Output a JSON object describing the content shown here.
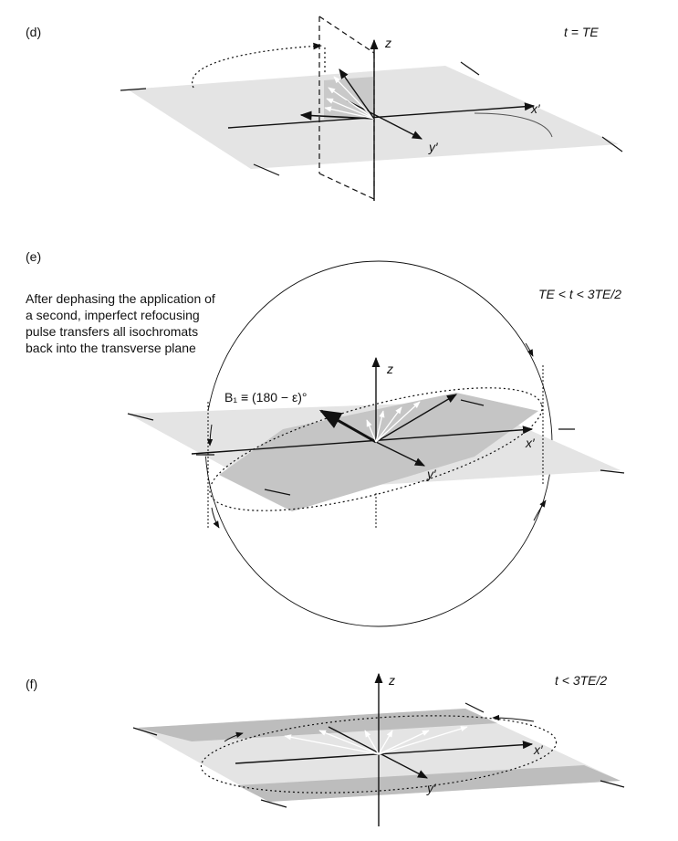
{
  "panels": {
    "d": {
      "label": "(d)",
      "time": "t = TE",
      "axis_z": "z",
      "axis_x": "x′",
      "axis_y": "y′"
    },
    "e": {
      "label": "(e)",
      "time": "TE < t < 3TE/2",
      "axis_z": "z",
      "axis_x": "x′",
      "axis_y": "y′",
      "caption": "After dephasing the application of a second, imperfect refocusing pulse transfers all isochromats back into the transverse plane",
      "b1_label": "B₁ ≡ (180 − ε)°"
    },
    "f": {
      "label": "(f)",
      "time": "t < 3TE/2",
      "axis_z": "z",
      "axis_x": "x′",
      "axis_y": "y′"
    }
  },
  "colors": {
    "plane": "#e6e6e6",
    "plane_dark": "#c8c8c8",
    "ink": "#111111"
  }
}
